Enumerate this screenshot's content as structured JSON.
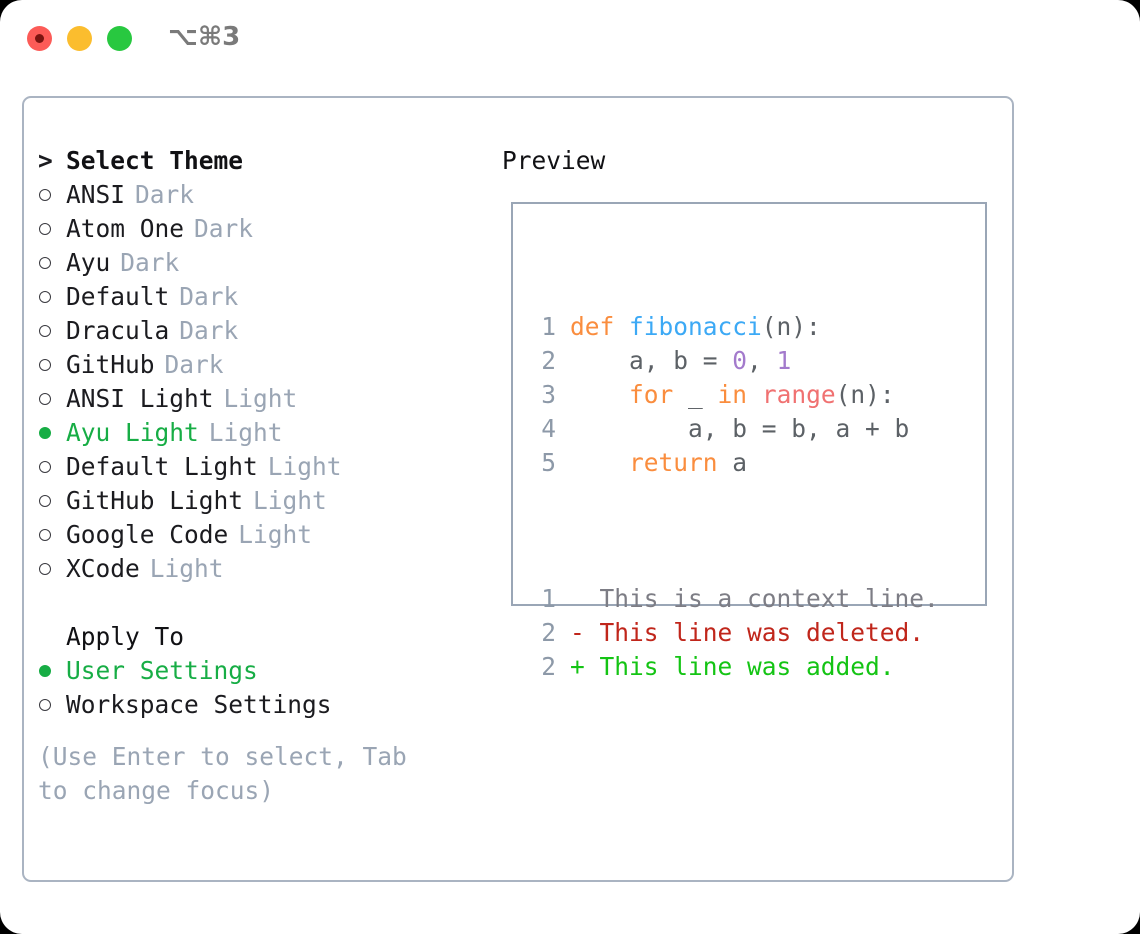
{
  "window": {
    "title": "⌥⌘3",
    "traffic_lights": [
      {
        "name": "close",
        "color": "#fc5b57"
      },
      {
        "name": "minimize",
        "color": "#fbbd2e"
      },
      {
        "name": "maximize",
        "color": "#28c840"
      }
    ]
  },
  "theme_section": {
    "caret": ">",
    "heading": "Select Theme",
    "items": [
      {
        "marker": "○",
        "name": "ANSI",
        "variant": "Dark",
        "selected": false
      },
      {
        "marker": "○",
        "name": "Atom One",
        "variant": "Dark",
        "selected": false
      },
      {
        "marker": "○",
        "name": "Ayu",
        "variant": "Dark",
        "selected": false
      },
      {
        "marker": "○",
        "name": "Default",
        "variant": "Dark",
        "selected": false
      },
      {
        "marker": "○",
        "name": "Dracula",
        "variant": "Dark",
        "selected": false
      },
      {
        "marker": "○",
        "name": "GitHub",
        "variant": "Dark",
        "selected": false
      },
      {
        "marker": "○",
        "name": "ANSI Light",
        "variant": "Light",
        "selected": false
      },
      {
        "marker": "●",
        "name": "Ayu Light",
        "variant": "Light",
        "selected": true
      },
      {
        "marker": "○",
        "name": "Default Light",
        "variant": "Light",
        "selected": false
      },
      {
        "marker": "○",
        "name": "GitHub Light",
        "variant": "Light",
        "selected": false
      },
      {
        "marker": "○",
        "name": "Google Code",
        "variant": "Light",
        "selected": false
      },
      {
        "marker": "○",
        "name": "XCode",
        "variant": "Light",
        "selected": false
      }
    ]
  },
  "apply_section": {
    "heading": "Apply To",
    "items": [
      {
        "marker": "●",
        "name": "User Settings",
        "selected": true
      },
      {
        "marker": "○",
        "name": "Workspace Settings",
        "selected": false
      }
    ]
  },
  "hint": "(Use Enter to select, Tab to change focus)",
  "preview": {
    "title": "Preview",
    "code_lines": [
      {
        "number": "1",
        "tokens": [
          {
            "text": "def ",
            "kind": "keyword"
          },
          {
            "text": "fibonacci",
            "kind": "function"
          },
          {
            "text": "(n):",
            "kind": "punct"
          }
        ]
      },
      {
        "number": "2",
        "tokens": [
          {
            "text": "    a, b = ",
            "kind": "plain"
          },
          {
            "text": "0",
            "kind": "number"
          },
          {
            "text": ", ",
            "kind": "plain"
          },
          {
            "text": "1",
            "kind": "number"
          }
        ]
      },
      {
        "number": "3",
        "tokens": [
          {
            "text": "    ",
            "kind": "plain"
          },
          {
            "text": "for",
            "kind": "keyword"
          },
          {
            "text": " _ ",
            "kind": "plain"
          },
          {
            "text": "in",
            "kind": "keyword"
          },
          {
            "text": " ",
            "kind": "plain"
          },
          {
            "text": "range",
            "kind": "call"
          },
          {
            "text": "(n):",
            "kind": "punct"
          }
        ]
      },
      {
        "number": "4",
        "tokens": [
          {
            "text": "        a, b = b, a + b",
            "kind": "plain"
          }
        ]
      },
      {
        "number": "5",
        "tokens": [
          {
            "text": "    ",
            "kind": "plain"
          },
          {
            "text": "return",
            "kind": "keyword"
          },
          {
            "text": " a",
            "kind": "plain"
          }
        ]
      }
    ],
    "diff_lines": [
      {
        "number": "1",
        "sign": " ",
        "text": " This is a context line.",
        "kind": "context"
      },
      {
        "number": "2",
        "sign": "-",
        "text": " This line was deleted.",
        "kind": "deleted"
      },
      {
        "number": "2",
        "sign": "+",
        "text": " This line was added.",
        "kind": "added"
      }
    ]
  },
  "colors": {
    "selected_green": "#17ad45",
    "muted": "#9aa5b4",
    "keyword": "#fa8d3e",
    "function": "#3ca9f5",
    "number": "#a37acc",
    "call": "#f07171",
    "plain": "#5c6166",
    "line_number": "#8d99a8",
    "diff_added": "#14c414",
    "diff_deleted": "#c0261b",
    "border": "#aab4c2"
  }
}
